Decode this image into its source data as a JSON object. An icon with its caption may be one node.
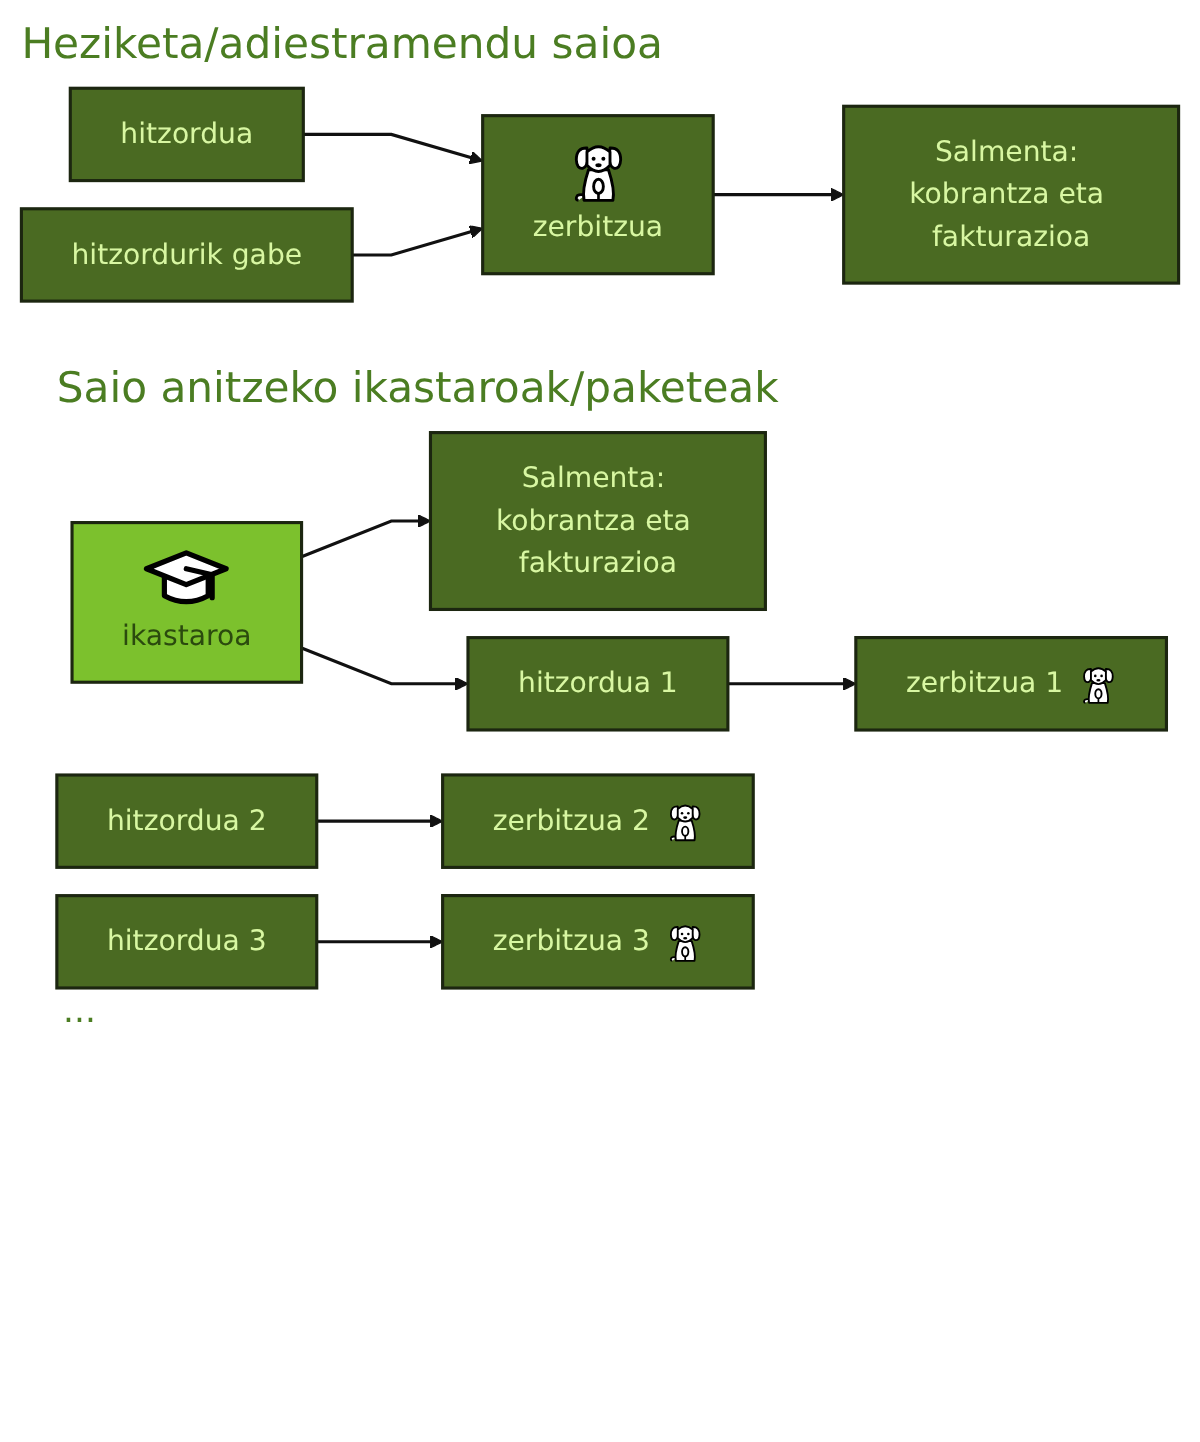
{
  "diagram": {
    "nodes": [
      {
        "text": [
          "hitzordua"
        ]
      },
      {
        "text": [
          "hitzordurik gabe"
        ]
      },
      {
        "text": [
          "zerbitzua"
        ]
      },
      {
        "text": [
          "Salmenta: kobrantza eta fakturazioa"
        ]
      },
      {
        "text": [
          "ikastaroa"
        ]
      },
      {
        "text": [
          "Salmenta: kobrantza eta fakturazioa"
        ]
      },
      {
        "text": [
          "hitzordua 1"
        ]
      },
      {
        "text": [
          "zerbitzua 1"
        ]
      },
      {
        "text": [
          "hitzordua 2"
        ]
      },
      {
        "text": [
          "zerbitzua 2"
        ]
      },
      {
        "text": [
          "hitzordua 3"
        ]
      },
      {
        "text": [
          "zerbitzua 3"
        ]
      }
    ],
    "edges": [
      {
        "from": 0,
        "to": 2,
        "arrow": "to"
      },
      {
        "from": 1,
        "to": 2,
        "arrow": "to"
      },
      {
        "from": 2,
        "to": 3,
        "arrow": "to"
      },
      {
        "from": 4,
        "to": 5,
        "arrow": "to"
      },
      {
        "from": 4,
        "to": 6,
        "arrow": "to"
      },
      {
        "from": 6,
        "to": 7,
        "arrow": "to"
      },
      {
        "from": 8,
        "to": 9,
        "arrow": "to"
      },
      {
        "from": 10,
        "to": 11,
        "arrow": "to"
      }
    ],
    "labels": [
      "Heziketa/adiestramendu saioa",
      "Saio anitzeko ikastaroak/paketeak",
      "..."
    ]
  }
}
